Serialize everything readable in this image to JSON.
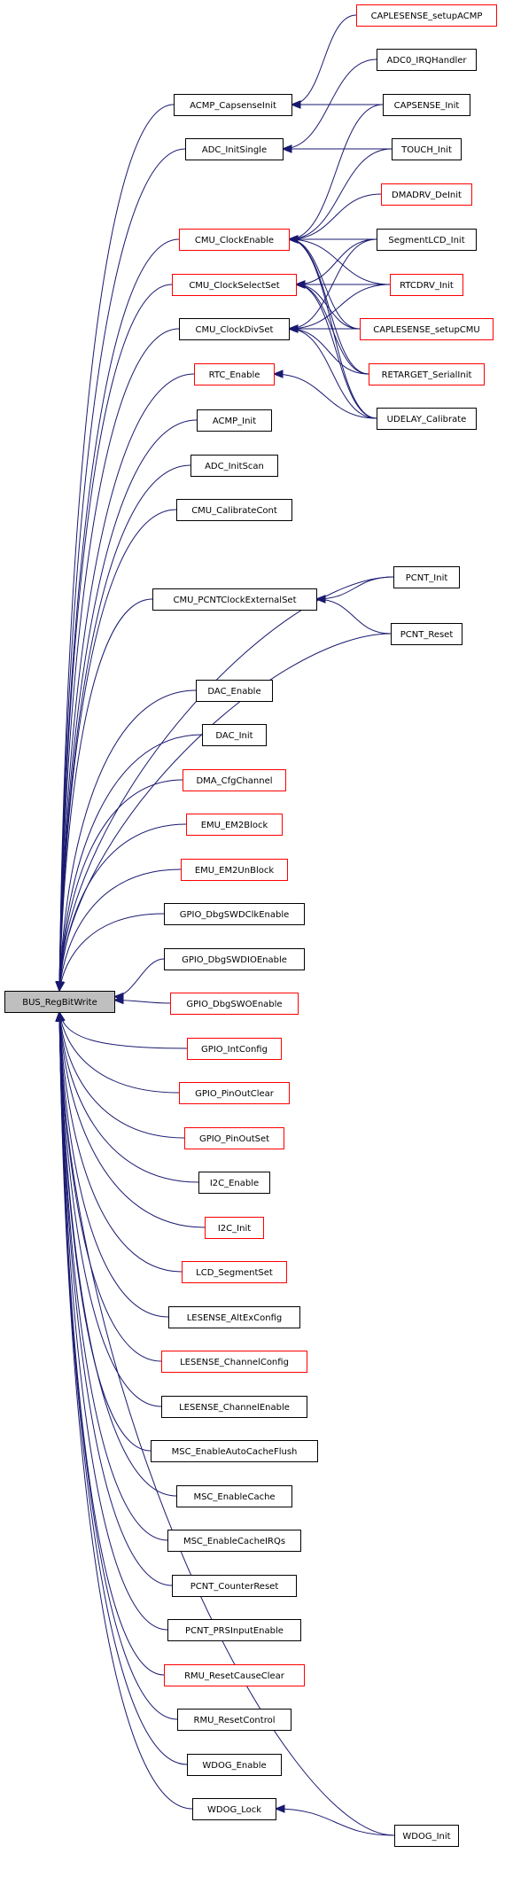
{
  "colors": {
    "edge": "#191970",
    "root_fill": "#bfbfbf",
    "node_fill": "#ffffff",
    "border_black": "#000000",
    "border_red": "#ff0000"
  },
  "nodes": [
    {
      "id": "bus",
      "label": "BUS_RegBitWrite",
      "border": "black",
      "root": true
    },
    {
      "id": "acmp_capsense",
      "label": "ACMP_CapsenseInit",
      "border": "black"
    },
    {
      "id": "adc_initsingle",
      "label": "ADC_InitSingle",
      "border": "black"
    },
    {
      "id": "cmu_clockenable",
      "label": "CMU_ClockEnable",
      "border": "red"
    },
    {
      "id": "cmu_clockselectset",
      "label": "CMU_ClockSelectSet",
      "border": "red"
    },
    {
      "id": "cmu_clockdivset",
      "label": "CMU_ClockDivSet",
      "border": "black"
    },
    {
      "id": "rtc_enable",
      "label": "RTC_Enable",
      "border": "red"
    },
    {
      "id": "acmp_init",
      "label": "ACMP_Init",
      "border": "black"
    },
    {
      "id": "adc_initscan",
      "label": "ADC_InitScan",
      "border": "black"
    },
    {
      "id": "cmu_calibratecont",
      "label": "CMU_CalibrateCont",
      "border": "black"
    },
    {
      "id": "cmu_pcntclk",
      "label": "CMU_PCNTClockExternalSet",
      "border": "black"
    },
    {
      "id": "dac_enable",
      "label": "DAC_Enable",
      "border": "black"
    },
    {
      "id": "dac_init",
      "label": "DAC_Init",
      "border": "black"
    },
    {
      "id": "dma_cfgchannel",
      "label": "DMA_CfgChannel",
      "border": "red"
    },
    {
      "id": "emu_em2block",
      "label": "EMU_EM2Block",
      "border": "red"
    },
    {
      "id": "emu_em2unblock",
      "label": "EMU_EM2UnBlock",
      "border": "red"
    },
    {
      "id": "gpio_swdclk",
      "label": "GPIO_DbgSWDClkEnable",
      "border": "black"
    },
    {
      "id": "gpio_swdio",
      "label": "GPIO_DbgSWDIOEnable",
      "border": "black"
    },
    {
      "id": "gpio_swo",
      "label": "GPIO_DbgSWOEnable",
      "border": "red"
    },
    {
      "id": "gpio_intconfig",
      "label": "GPIO_IntConfig",
      "border": "red"
    },
    {
      "id": "gpio_pinoutclear",
      "label": "GPIO_PinOutClear",
      "border": "red"
    },
    {
      "id": "gpio_pinoutset",
      "label": "GPIO_PinOutSet",
      "border": "red"
    },
    {
      "id": "i2c_enable",
      "label": "I2C_Enable",
      "border": "black"
    },
    {
      "id": "i2c_init",
      "label": "I2C_Init",
      "border": "red"
    },
    {
      "id": "lcd_segmentset",
      "label": "LCD_SegmentSet",
      "border": "red"
    },
    {
      "id": "lesense_altex",
      "label": "LESENSE_AltExConfig",
      "border": "black"
    },
    {
      "id": "lesense_chcfg",
      "label": "LESENSE_ChannelConfig",
      "border": "red"
    },
    {
      "id": "lesense_chen",
      "label": "LESENSE_ChannelEnable",
      "border": "black"
    },
    {
      "id": "msc_autoflush",
      "label": "MSC_EnableAutoCacheFlush",
      "border": "black"
    },
    {
      "id": "msc_cache",
      "label": "MSC_EnableCache",
      "border": "black"
    },
    {
      "id": "msc_cacheirq",
      "label": "MSC_EnableCacheIRQs",
      "border": "black"
    },
    {
      "id": "pcnt_counterreset",
      "label": "PCNT_CounterReset",
      "border": "black"
    },
    {
      "id": "pcnt_prs",
      "label": "PCNT_PRSInputEnable",
      "border": "black"
    },
    {
      "id": "rmu_resetcauseclear",
      "label": "RMU_ResetCauseClear",
      "border": "red"
    },
    {
      "id": "rmu_resetcontrol",
      "label": "RMU_ResetControl",
      "border": "black"
    },
    {
      "id": "wdog_enable",
      "label": "WDOG_Enable",
      "border": "black"
    },
    {
      "id": "wdog_lock",
      "label": "WDOG_Lock",
      "border": "black"
    },
    {
      "id": "caplesense_setupacmp",
      "label": "CAPLESENSE_setupACMP",
      "border": "red"
    },
    {
      "id": "adc0_irq",
      "label": "ADC0_IRQHandler",
      "border": "black"
    },
    {
      "id": "capsense_init",
      "label": "CAPSENSE_Init",
      "border": "black"
    },
    {
      "id": "touch_init",
      "label": "TOUCH_Init",
      "border": "black"
    },
    {
      "id": "dmadrv_deinit",
      "label": "DMADRV_DeInit",
      "border": "red"
    },
    {
      "id": "segmentlcd_init",
      "label": "SegmentLCD_Init",
      "border": "black"
    },
    {
      "id": "rtcdrv_init",
      "label": "RTCDRV_Init",
      "border": "red"
    },
    {
      "id": "caplesense_setupcmu",
      "label": "CAPLESENSE_setupCMU",
      "border": "red"
    },
    {
      "id": "retarget_serialinit",
      "label": "RETARGET_SerialInit",
      "border": "red"
    },
    {
      "id": "udelay_calibrate",
      "label": "UDELAY_Calibrate",
      "border": "black"
    },
    {
      "id": "pcnt_init",
      "label": "PCNT_Init",
      "border": "black"
    },
    {
      "id": "pcnt_reset",
      "label": "PCNT_Reset",
      "border": "black"
    },
    {
      "id": "wdog_init",
      "label": "WDOG_Init",
      "border": "black"
    }
  ],
  "edges": [
    [
      "acmp_capsense",
      "bus"
    ],
    [
      "adc_initsingle",
      "bus"
    ],
    [
      "cmu_clockenable",
      "bus"
    ],
    [
      "cmu_clockselectset",
      "bus"
    ],
    [
      "cmu_clockdivset",
      "bus"
    ],
    [
      "rtc_enable",
      "bus"
    ],
    [
      "acmp_init",
      "bus"
    ],
    [
      "adc_initscan",
      "bus"
    ],
    [
      "cmu_calibratecont",
      "bus"
    ],
    [
      "pcnt_init",
      "bus"
    ],
    [
      "cmu_pcntclk",
      "bus"
    ],
    [
      "pcnt_reset",
      "bus"
    ],
    [
      "dac_enable",
      "bus"
    ],
    [
      "dac_init",
      "bus"
    ],
    [
      "dma_cfgchannel",
      "bus"
    ],
    [
      "emu_em2block",
      "bus"
    ],
    [
      "emu_em2unblock",
      "bus"
    ],
    [
      "gpio_swdclk",
      "bus"
    ],
    [
      "gpio_swdio",
      "bus"
    ],
    [
      "gpio_swo",
      "bus"
    ],
    [
      "gpio_intconfig",
      "bus"
    ],
    [
      "gpio_pinoutclear",
      "bus"
    ],
    [
      "gpio_pinoutset",
      "bus"
    ],
    [
      "i2c_enable",
      "bus"
    ],
    [
      "i2c_init",
      "bus"
    ],
    [
      "lcd_segmentset",
      "bus"
    ],
    [
      "lesense_altex",
      "bus"
    ],
    [
      "lesense_chcfg",
      "bus"
    ],
    [
      "lesense_chen",
      "bus"
    ],
    [
      "msc_autoflush",
      "bus"
    ],
    [
      "msc_cache",
      "bus"
    ],
    [
      "msc_cacheirq",
      "bus"
    ],
    [
      "pcnt_counterreset",
      "bus"
    ],
    [
      "pcnt_prs",
      "bus"
    ],
    [
      "rmu_resetcauseclear",
      "bus"
    ],
    [
      "rmu_resetcontrol",
      "bus"
    ],
    [
      "wdog_enable",
      "bus"
    ],
    [
      "wdog_lock",
      "bus"
    ],
    [
      "wdog_init",
      "bus"
    ],
    [
      "caplesense_setupacmp",
      "acmp_capsense"
    ],
    [
      "capsense_init",
      "acmp_capsense"
    ],
    [
      "adc0_irq",
      "adc_initsingle"
    ],
    [
      "touch_init",
      "adc_initsingle"
    ],
    [
      "capsense_init",
      "cmu_clockenable"
    ],
    [
      "dmadrv_deinit",
      "cmu_clockenable"
    ],
    [
      "segmentlcd_init",
      "cmu_clockenable"
    ],
    [
      "rtcdrv_init",
      "cmu_clockenable"
    ],
    [
      "caplesense_setupcmu",
      "cmu_clockenable"
    ],
    [
      "retarget_serialinit",
      "cmu_clockenable"
    ],
    [
      "udelay_calibrate",
      "cmu_clockenable"
    ],
    [
      "touch_init",
      "cmu_clockenable"
    ],
    [
      "segmentlcd_init",
      "cmu_clockselectset"
    ],
    [
      "rtcdrv_init",
      "cmu_clockselectset"
    ],
    [
      "caplesense_setupcmu",
      "cmu_clockselectset"
    ],
    [
      "retarget_serialinit",
      "cmu_clockselectset"
    ],
    [
      "udelay_calibrate",
      "cmu_clockselectset"
    ],
    [
      "segmentlcd_init",
      "cmu_clockdivset"
    ],
    [
      "rtcdrv_init",
      "cmu_clockdivset"
    ],
    [
      "caplesense_setupcmu",
      "cmu_clockdivset"
    ],
    [
      "retarget_serialinit",
      "cmu_clockdivset"
    ],
    [
      "udelay_calibrate",
      "cmu_clockdivset"
    ],
    [
      "udelay_calibrate",
      "rtc_enable"
    ],
    [
      "pcnt_init",
      "cmu_pcntclk"
    ],
    [
      "pcnt_reset",
      "cmu_pcntclk"
    ],
    [
      "wdog_init",
      "wdog_lock"
    ]
  ]
}
